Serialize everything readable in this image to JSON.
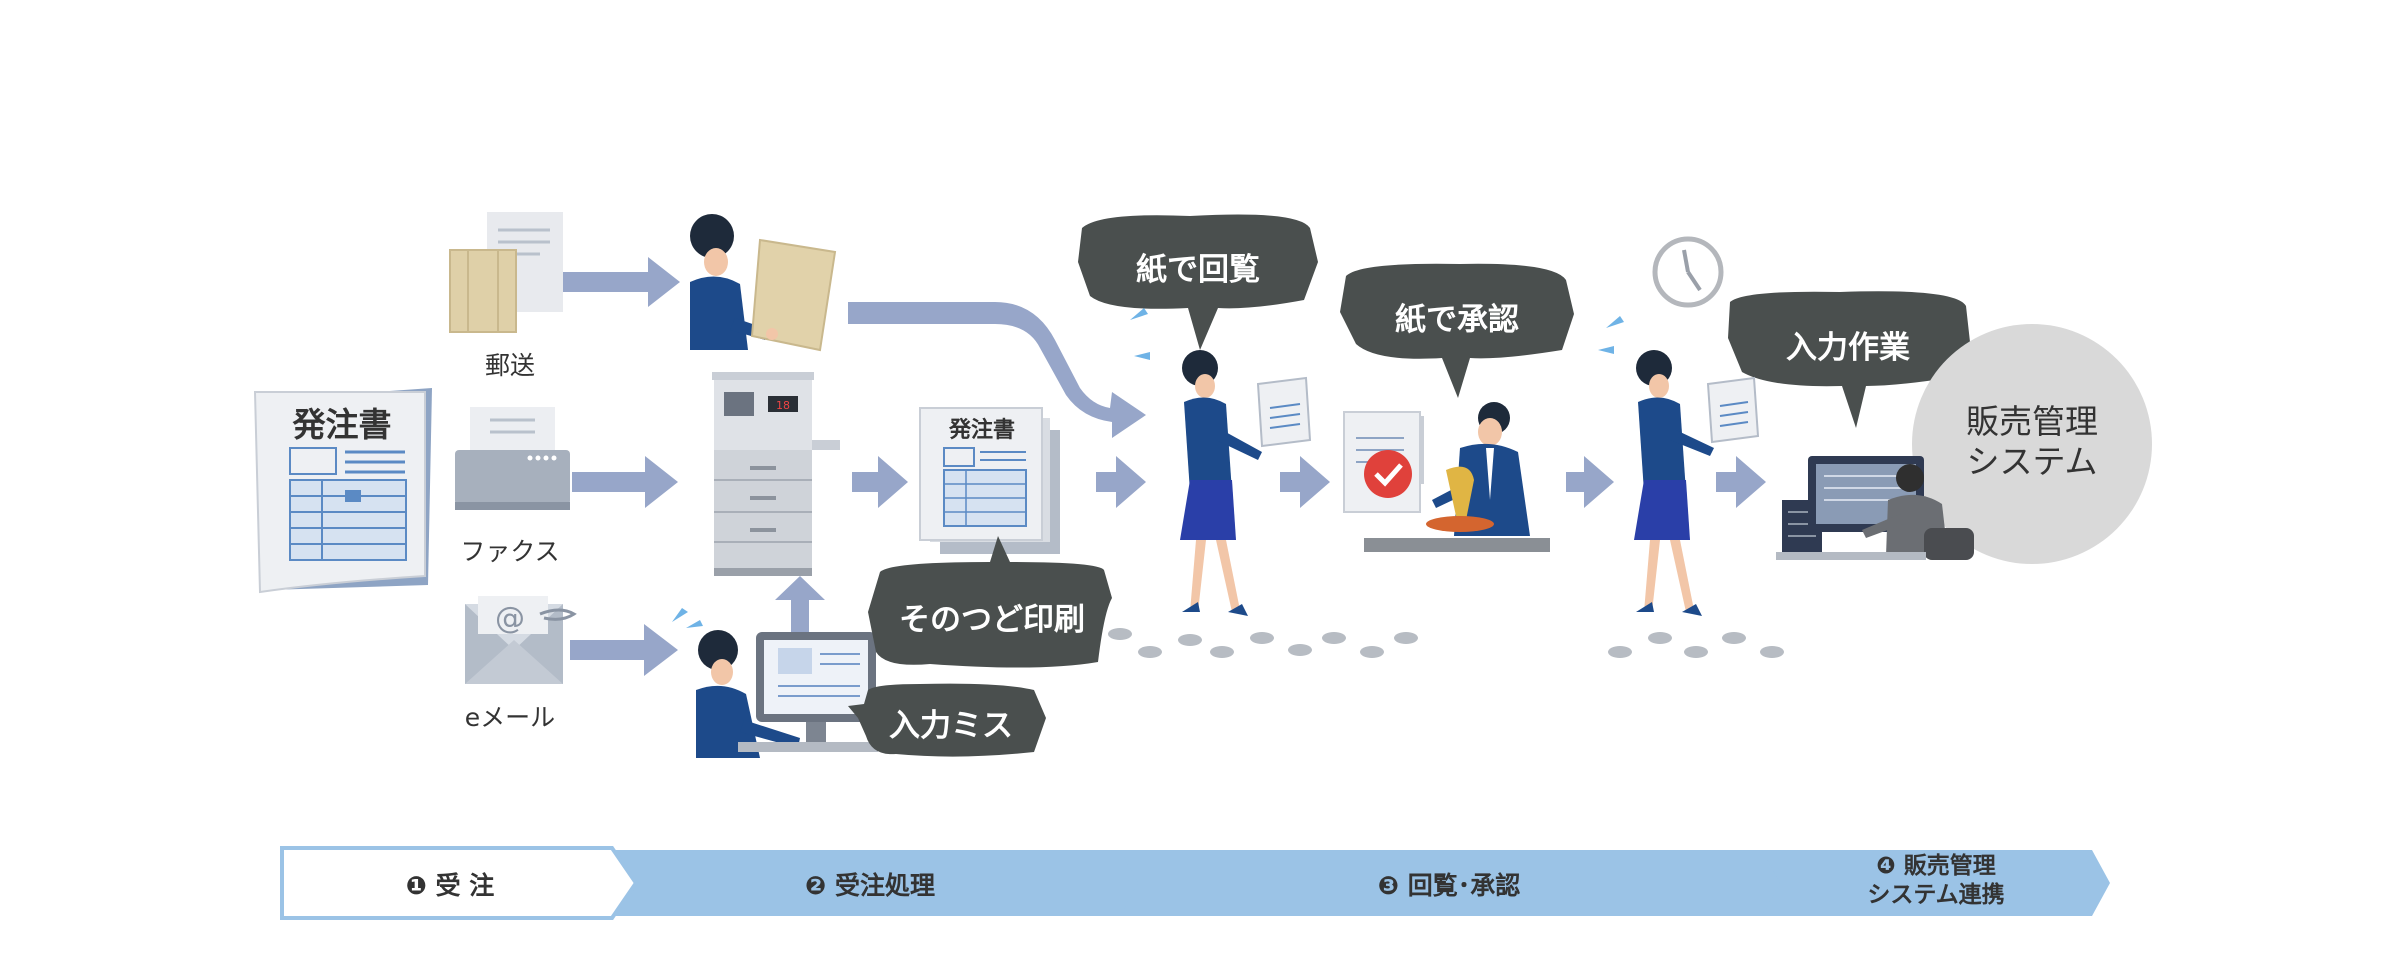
{
  "source_labels": {
    "mail": "郵送",
    "fax": "ファクス",
    "email": "eメール"
  },
  "order_doc_title": "発注書",
  "small_doc_title": "発注書",
  "bubbles": {
    "print_each_time": "そのつど印刷",
    "input_mistake": "入力ミス",
    "paper_circulation": "紙で回覧",
    "paper_approval": "紙で承認",
    "input_work": "入力作業"
  },
  "sales_system": {
    "line1": "販売管理",
    "line2": "システム"
  },
  "copier_display": "18",
  "steps": [
    {
      "num": "❶",
      "label": "受 注"
    },
    {
      "num": "❷",
      "label": "受注処理"
    },
    {
      "num": "❸",
      "label": "回覧･承認"
    },
    {
      "num": "❹",
      "label": "販売管理",
      "label2": "システム連携"
    }
  ],
  "colors": {
    "arrow": "#97a6c9",
    "bubble": "#4a4f4e",
    "step_fill": "#9bc3e6",
    "navy": "#1d4a8a",
    "circle": "#d9d9d9"
  }
}
